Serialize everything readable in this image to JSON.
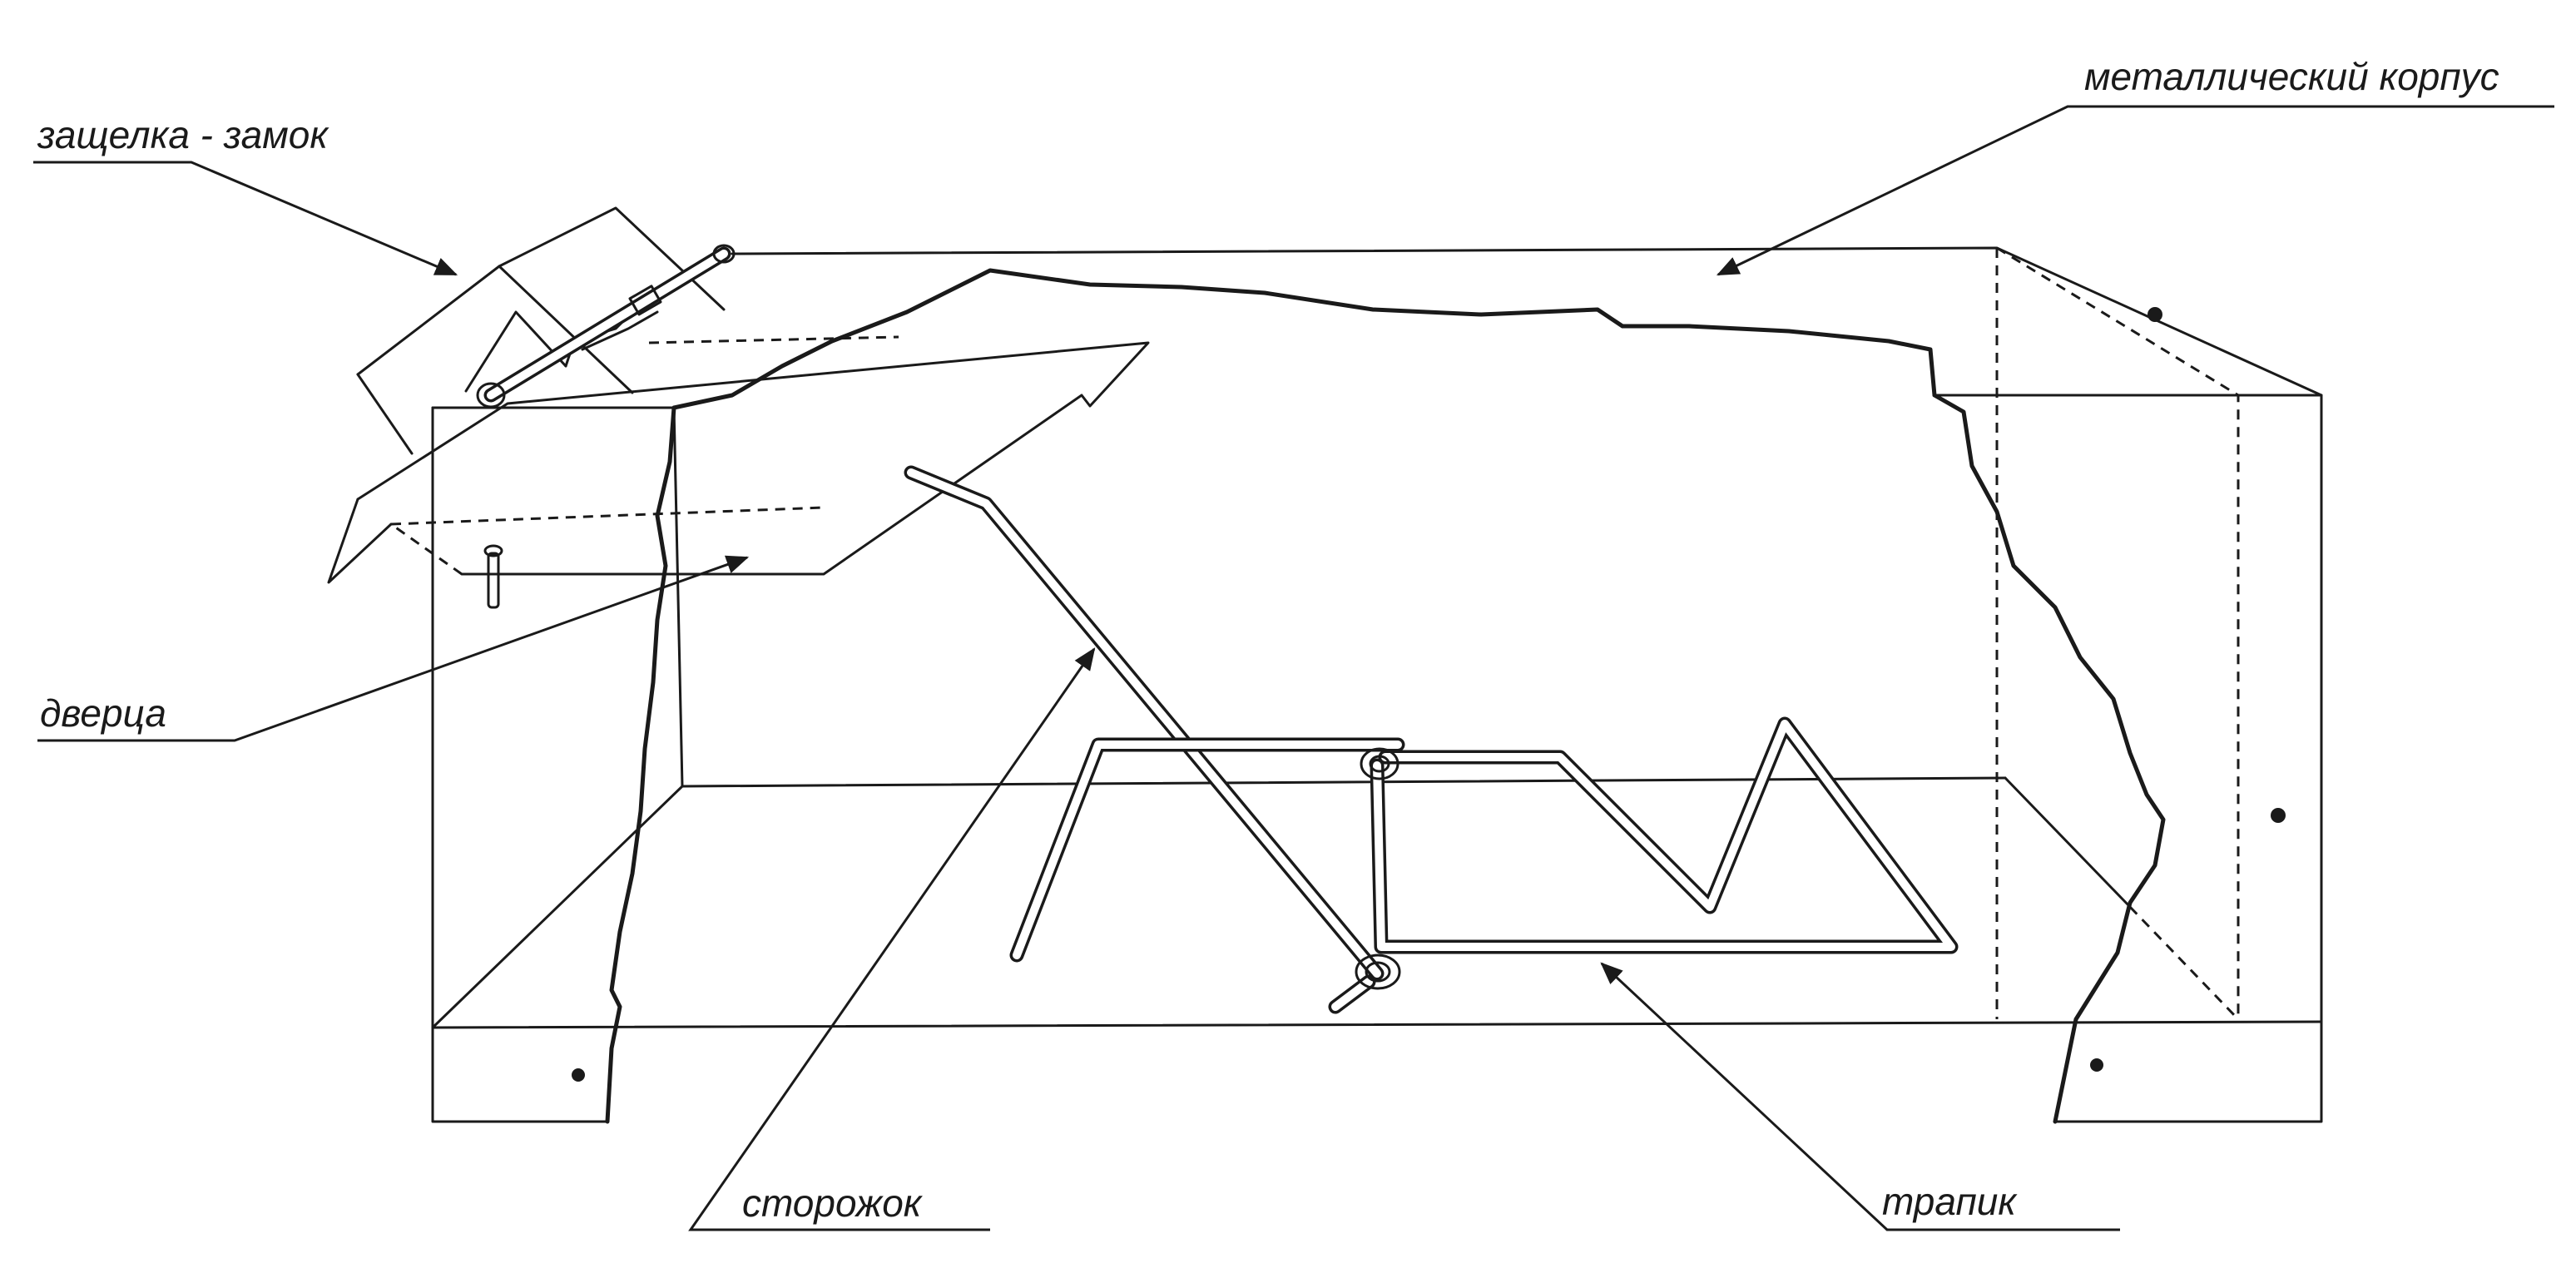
{
  "labels": {
    "latch_lock": "защелка - замок",
    "metal_body": "металлический корпус",
    "door": "дверца",
    "guard": "сторожок",
    "ladder": "трапик"
  },
  "colors": {
    "ink": "#1a1a1a",
    "background": "#ffffff"
  }
}
